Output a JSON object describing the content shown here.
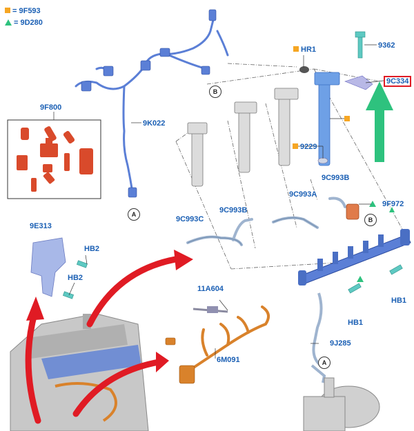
{
  "legend": [
    {
      "symbol": "square",
      "color": "#f6a623",
      "text": "= 9F593"
    },
    {
      "symbol": "triangle",
      "color": "#2ec27e",
      "text": "= 9D280"
    }
  ],
  "labels": {
    "l_9F800": "9F800",
    "l_9K022": "9K022",
    "l_9E313": "9E313",
    "l_HB2a": "HB2",
    "l_HB2b": "HB2",
    "l_HR1": "HR1",
    "l_9362": "9362",
    "l_9C334": "9C334",
    "l_9229": "9229",
    "l_9C993C": "9C993C",
    "l_9C993B1": "9C993B",
    "l_9C993A": "9C993A",
    "l_9C993B2": "9C993B",
    "l_9F972": "9F972",
    "l_HB1a": "HB1",
    "l_HB1b": "HB1",
    "l_11A604": "11A604",
    "l_6M091": "6M091",
    "l_9J285": "9J285"
  },
  "callouts": {
    "A1": "A",
    "A2": "A",
    "B1": "B",
    "B2": "B"
  },
  "colors": {
    "label": "#1a5fb4",
    "part_blue": "#5b7fd6",
    "part_orange": "#d9822b",
    "part_red": "#d94a2b",
    "arrow_red": "#e01b24",
    "arrow_green": "#2ec27e",
    "highlight": "#e01b24"
  },
  "icons": [
    "orange-square-icon",
    "green-triangle-icon"
  ]
}
